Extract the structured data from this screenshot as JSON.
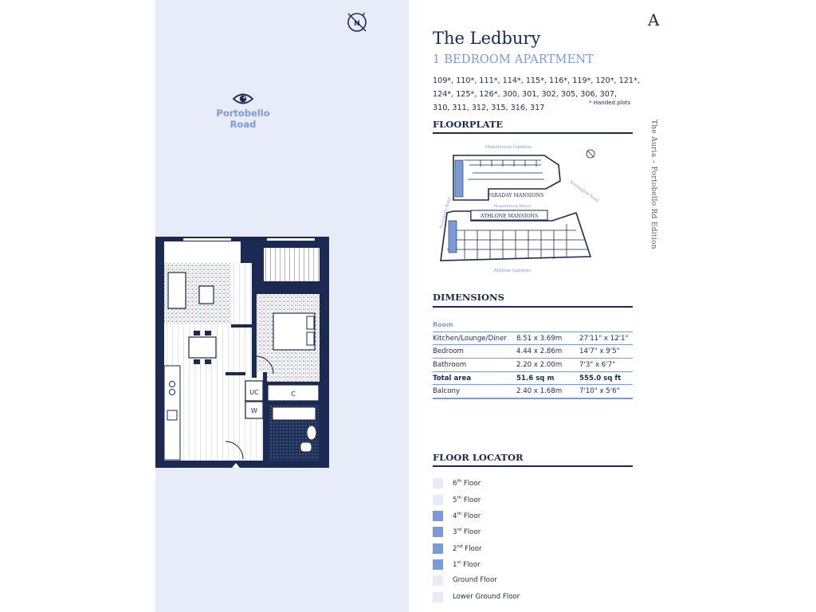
{
  "brand": {
    "letter": "A",
    "side_text": "The Auria – Portobello Rd Edition"
  },
  "compass_label": "N",
  "view": {
    "icon": "eye-icon",
    "label": "Portobello Road"
  },
  "plan": {
    "labels": {
      "uc": "UC",
      "w": "W",
      "c": "C"
    }
  },
  "apartment": {
    "name": "The Ledbury",
    "type": "1 BEDROOM APARTMENT",
    "plots_lines": [
      "109*, 110*, 111*, 114*, 115*, 116*, 119*, 120*, 121*,",
      "124*, 125*, 126*, 300, 301, 302, 305, 306, 307,",
      "310, 311, 312, 315, 316, 317"
    ],
    "handed_note": "* Handed plots"
  },
  "floorplate": {
    "title": "FLOORPLATE",
    "streets": {
      "top": "Munsterson Gardens",
      "middle": "Munsterson Mews",
      "bottom": "Athlone Gardens",
      "left": "Portobello Road",
      "right": "Kensington Road"
    },
    "blocks": {
      "upper": "FARADAY MANSIONS",
      "lower": "ATHLONE MANSIONS"
    }
  },
  "dimensions": {
    "title": "DIMENSIONS",
    "header": "Room",
    "rows": [
      {
        "room": "Kitchen/Lounge/Diner",
        "metric": "8.51 x 3.69m",
        "imperial": "27'11\" x 12'1\""
      },
      {
        "room": "Bedroom",
        "metric": "4.44 x 2.86m",
        "imperial": "14'7\" x 9'5\""
      },
      {
        "room": "Bathroom",
        "metric": "2.20 x 2.00m",
        "imperial": "7'3\" x 6'7\""
      },
      {
        "room": "Total area",
        "metric": "51.6 sq m",
        "imperial": "555.0 sq ft",
        "bold": true
      },
      {
        "room": "Balcony",
        "metric": "2.40 x 1.68m",
        "imperial": "7'10\" x 5'6\""
      }
    ]
  },
  "floor_locator": {
    "title": "FLOOR LOCATOR",
    "floors": [
      {
        "ord": "6",
        "sup": "th",
        "suffix": " Floor",
        "highlighted": false
      },
      {
        "ord": "5",
        "sup": "th",
        "suffix": " Floor",
        "highlighted": false
      },
      {
        "ord": "4",
        "sup": "th",
        "suffix": " Floor",
        "highlighted": true
      },
      {
        "ord": "3",
        "sup": "rd",
        "suffix": " Floor",
        "highlighted": true
      },
      {
        "ord": "2",
        "sup": "nd",
        "suffix": " Floor",
        "highlighted": true
      },
      {
        "ord": "1",
        "sup": "st",
        "suffix": " Floor",
        "highlighted": true
      },
      {
        "ord": "Ground",
        "sup": "",
        "suffix": " Floor",
        "highlighted": false
      },
      {
        "ord": "Lower Ground",
        "sup": "",
        "suffix": " Floor",
        "highlighted": false
      }
    ]
  },
  "colors": {
    "navy": "#1a2a52",
    "accent": "#7b9bd6",
    "panel": "#e8ebf8"
  }
}
